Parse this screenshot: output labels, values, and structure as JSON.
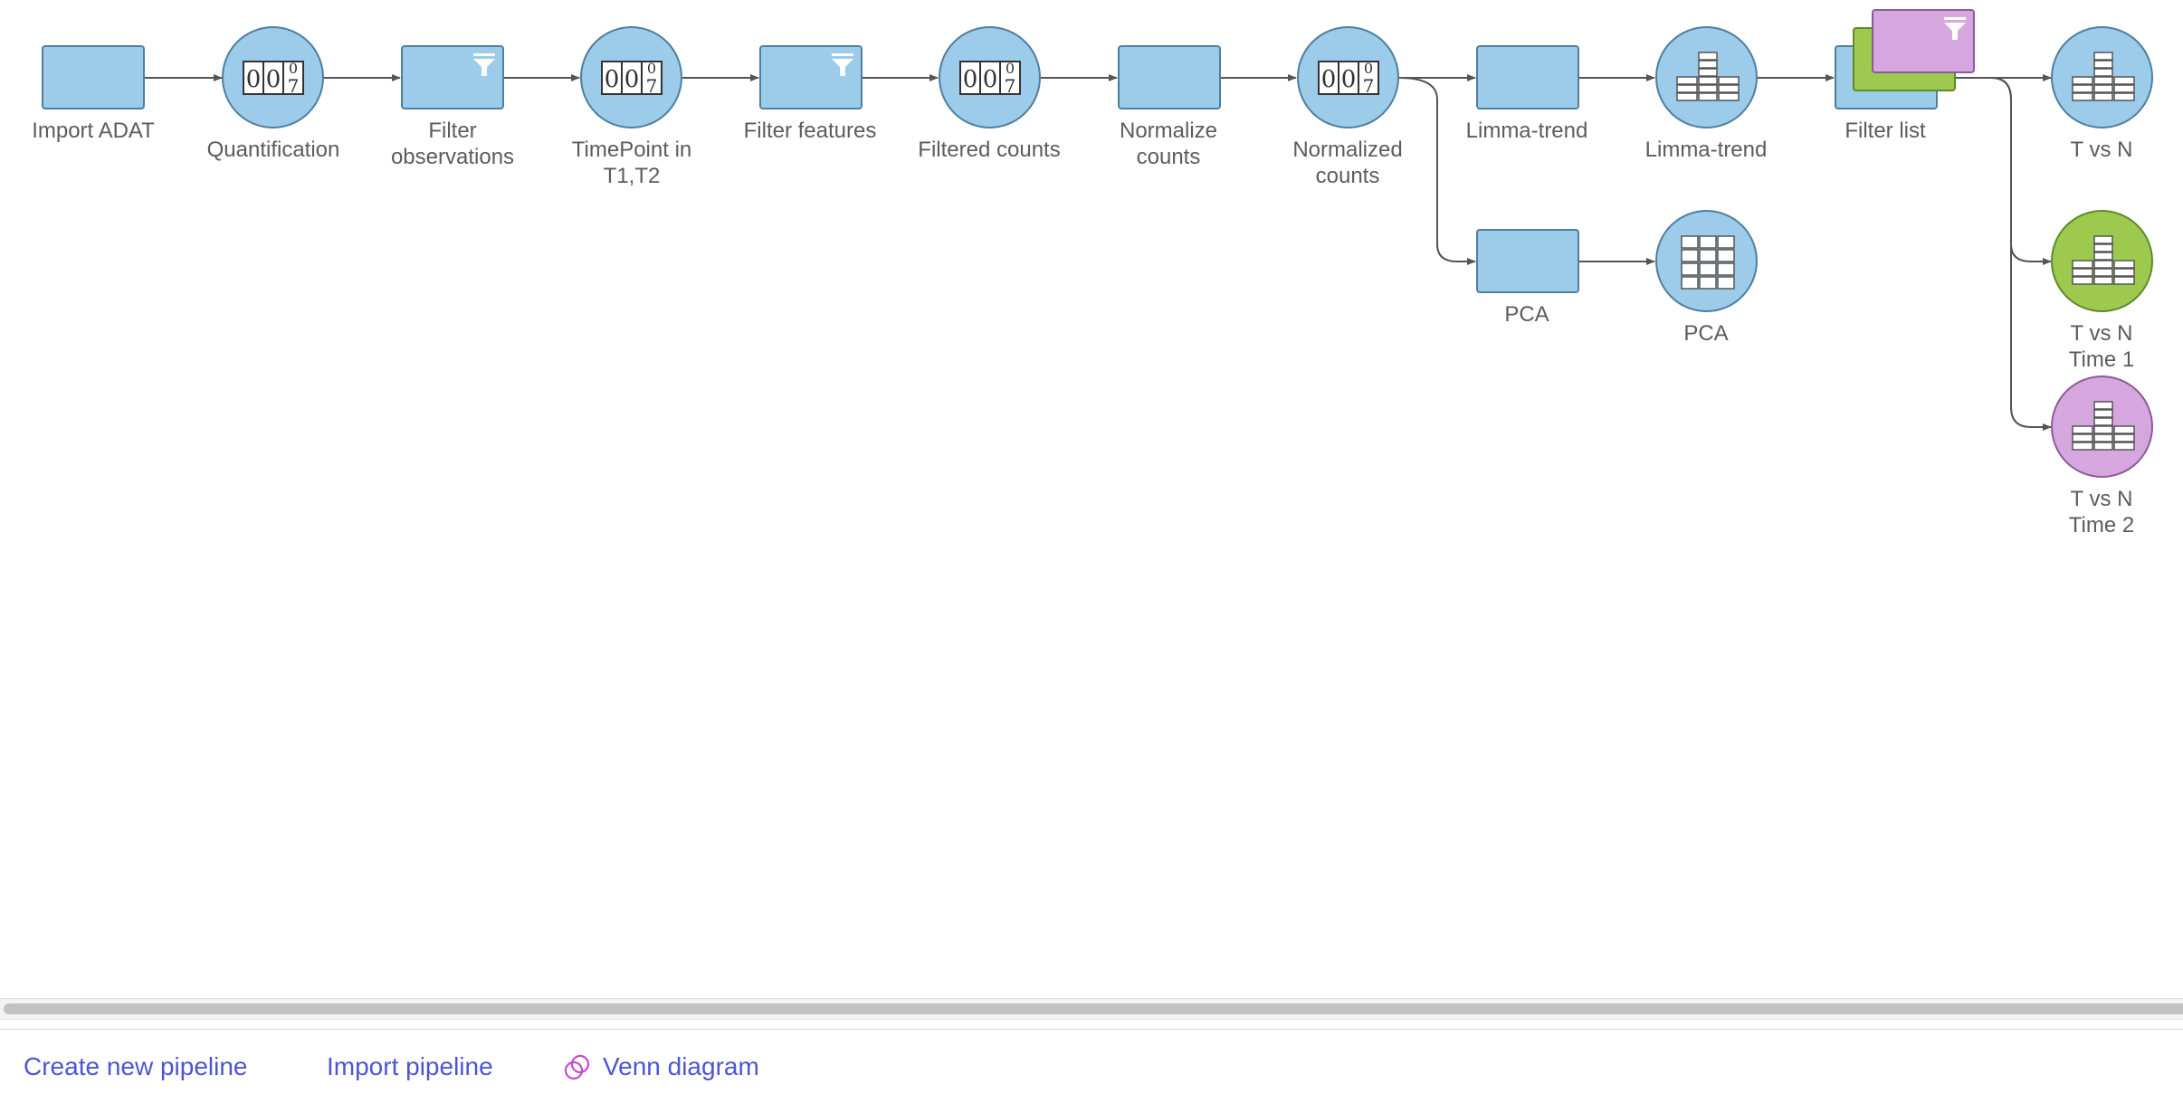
{
  "pipeline": {
    "nodes": [
      {
        "id": "import-adat",
        "kind": "task",
        "label": "Import ADAT"
      },
      {
        "id": "quantification",
        "kind": "data",
        "icon": "counter-icon",
        "label": "Quantification"
      },
      {
        "id": "filter-observations",
        "kind": "task",
        "icon": "filter-icon",
        "label": "Filter\nobservations"
      },
      {
        "id": "timepoint",
        "kind": "data",
        "icon": "counter-icon",
        "label": "TimePoint in\nT1,T2"
      },
      {
        "id": "filter-features",
        "kind": "task",
        "icon": "filter-icon",
        "label": "Filter features"
      },
      {
        "id": "filtered-counts",
        "kind": "data",
        "icon": "counter-icon",
        "label": "Filtered counts"
      },
      {
        "id": "normalize-counts",
        "kind": "task",
        "label": "Normalize\ncounts"
      },
      {
        "id": "normalized-counts",
        "kind": "data",
        "icon": "counter-icon",
        "label": "Normalized\ncounts"
      },
      {
        "id": "limma-trend-task",
        "kind": "task",
        "label": "Limma-trend"
      },
      {
        "id": "limma-trend-data",
        "kind": "data",
        "icon": "stat-bars-icon",
        "label": "Limma-trend"
      },
      {
        "id": "filter-list",
        "kind": "task-stack",
        "icon": "filter-icon",
        "label": "Filter list"
      },
      {
        "id": "t-vs-n",
        "kind": "data",
        "icon": "stat-bars-icon",
        "label": "T vs N",
        "color": "blue"
      },
      {
        "id": "pca-task",
        "kind": "task",
        "label": "PCA"
      },
      {
        "id": "pca-data",
        "kind": "data",
        "icon": "grid-icon",
        "label": "PCA"
      },
      {
        "id": "t-vs-n-time1",
        "kind": "data",
        "icon": "stat-bars-icon",
        "label": "T vs N Time 1",
        "color": "green"
      },
      {
        "id": "t-vs-n-time2",
        "kind": "data",
        "icon": "stat-bars-icon",
        "label": "T vs N Time 2",
        "color": "purple"
      }
    ],
    "colors": {
      "blue": "#9dcbea",
      "green": "#9ec94f",
      "purple": "#d5a7de",
      "edge": "#555555"
    }
  },
  "toolbar": {
    "create_label": "Create new pipeline",
    "import_label": "Import pipeline",
    "venn_label": "Venn diagram",
    "venn_icon": "venn-icon"
  }
}
